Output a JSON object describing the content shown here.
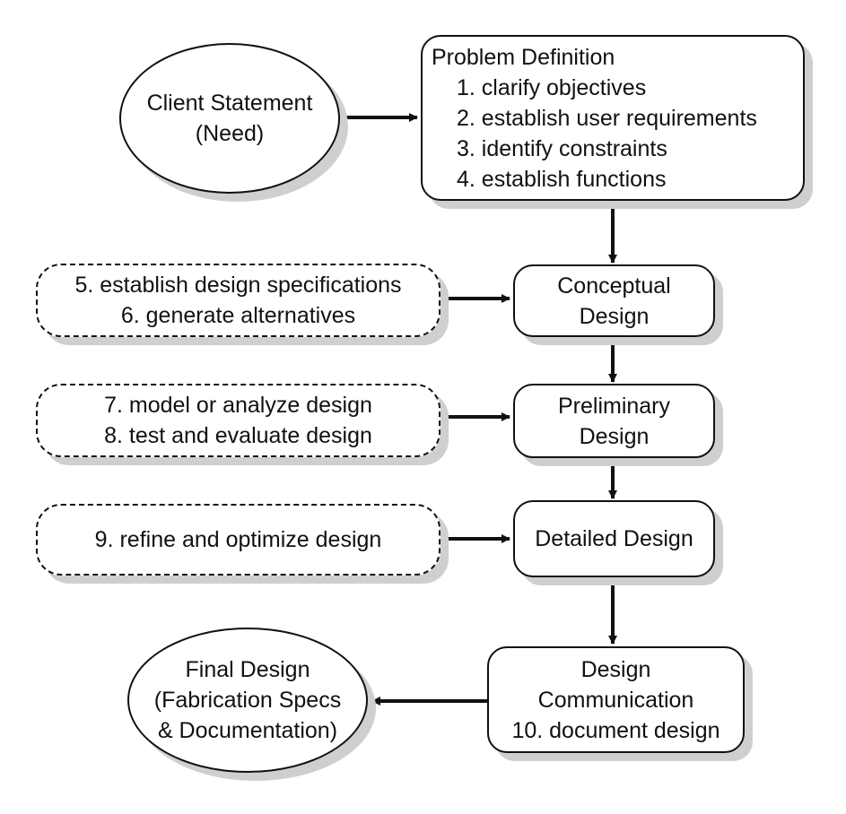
{
  "nodes": {
    "client_statement": {
      "lines": [
        "Client Statement",
        "(Need)"
      ]
    },
    "problem_definition": {
      "title": "Problem Definition",
      "items": [
        "1. clarify objectives",
        "2. establish user requirements",
        "3. identify constraints",
        "4. establish functions"
      ]
    },
    "conceptual_tasks": {
      "lines": [
        "5. establish design specifications",
        "6. generate alternatives"
      ]
    },
    "conceptual_design": {
      "lines": [
        "Conceptual",
        "Design"
      ]
    },
    "preliminary_tasks": {
      "lines": [
        "7. model or analyze design",
        "8. test and evaluate design"
      ]
    },
    "preliminary_design": {
      "lines": [
        "Preliminary",
        "Design"
      ]
    },
    "detailed_tasks": {
      "lines": [
        "9. refine and optimize design"
      ]
    },
    "detailed_design": {
      "lines": [
        "Detailed Design"
      ]
    },
    "design_communication": {
      "lines": [
        "Design",
        "Communication",
        "10. document design"
      ]
    },
    "final_design": {
      "lines": [
        "Final Design",
        "(Fabrication Specs",
        "& Documentation)"
      ]
    }
  },
  "colors": {
    "stroke": "#111111",
    "shadow": "#cfcfcf"
  }
}
